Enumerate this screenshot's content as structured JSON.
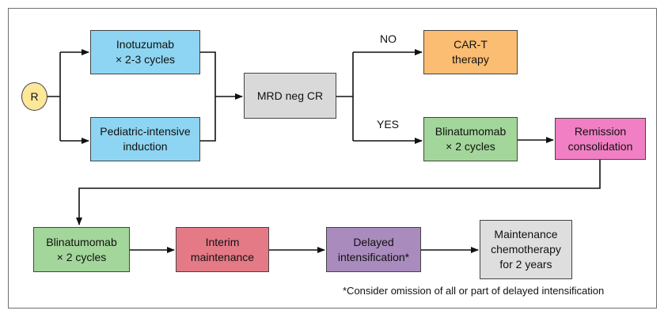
{
  "start": {
    "label": "R"
  },
  "nodes": {
    "inotuzumab": {
      "lines": [
        "Inotuzumab",
        "× 2-3 cycles"
      ]
    },
    "pediatric": {
      "lines": [
        "Pediatric-intensive",
        "induction"
      ]
    },
    "mrd": {
      "lines": [
        "MRD neg CR"
      ]
    },
    "cart": {
      "lines": [
        "CAR-T",
        "therapy"
      ]
    },
    "blina1": {
      "lines": [
        "Blinatumomab",
        "× 2 cycles"
      ]
    },
    "remission": {
      "lines": [
        "Remission",
        "consolidation"
      ]
    },
    "blina2": {
      "lines": [
        "Blinatumomab",
        "× 2 cycles"
      ]
    },
    "interim": {
      "lines": [
        "Interim",
        "maintenance"
      ]
    },
    "delayed": {
      "lines": [
        "Delayed",
        "intensification*"
      ]
    },
    "maintenance": {
      "lines": [
        "Maintenance",
        "chemotherapy",
        "for 2 years"
      ]
    }
  },
  "edge_labels": {
    "no": "NO",
    "yes": "YES"
  },
  "footnote": "*Consider omission of all or part of delayed intensification",
  "colors": {
    "blue": "#8dd5f2",
    "gray": "#d9d9d9",
    "orange": "#fbbd71",
    "green": "#a3d69a",
    "pink": "#f07fc4",
    "red": "#e47a86",
    "purple": "#a98bbd",
    "light_gray": "#dedede",
    "start_yellow": "#fde79a"
  }
}
